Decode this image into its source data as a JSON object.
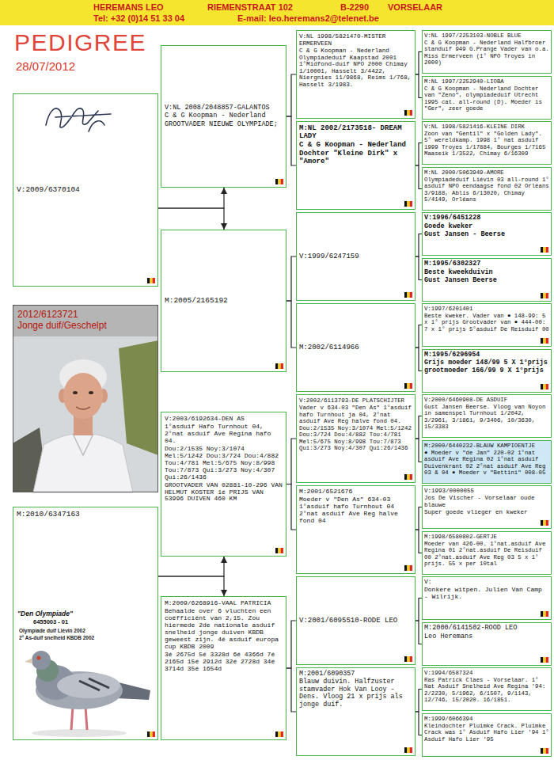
{
  "diagram": {
    "title": "PEDIGREE",
    "nodes": [
      {
        "text": [
          "HEREMANS LEO",
          "RIEMENSTRAAT 102",
          "B-2290",
          "VORSELAAR",
          "Tel: +32 (0)14 51 33 04",
          "E-mail: leo.heremans2@telenet.be"
        ]
      },
      {
        "text": [
          "V:2009/6370104"
        ]
      },
      {
        "text": [
          "2012/6123721",
          "Jonge duif/Geschelpt"
        ]
      },
      {
        "text": [
          "M:2010/6347163"
        ]
      },
      {
        "text": [
          "V:NL 2008/2048857-GALANTOS",
          "C & G Koopman - Nederland",
          "GROOTVADER NIEUWE OLYMPIADE;"
        ]
      },
      {
        "text": [
          "M:2005/2165192"
        ]
      },
      {
        "text": [
          "V:2003/6192634-DEN AS",
          "1°asduif Hafo Turnhout 04, 2°nat asduif Ave Regina hafo 04.",
          "Dou:2/1535 Noy:3/1074 Mel:5/1242 Dou:3/724 Dou:4/882 Tou:4/781 Mel:5/675 Noy:8/998 Tou:7/873 Qui:3/273 Noy:4/307 Qui:26/1436",
          "GROOTVADER VAN 02881-10-296 VAN HELMUT KOSTER 1é PRIJS VAN 53996 DUIVEN 460 KM"
        ]
      },
      {
        "text": [
          "M:2009/6268916-VAAL PATRICIA",
          "Behaalde over 6 vluchten een coëfficiënt van 2,15. Zou hiermede 2de nationale asduif snelheid jonge duiven KBDB geweest zijn. 4é asduif europa cup KBDB 2009",
          "3é 2675d 5é 3328d 6é 4366d 7é 2165d 15é 2912d 32é 2728d 34é 3714d 35é 1654d"
        ]
      },
      {
        "text": [
          "V:NL 1998/5821470-MISTER ERMERVEEN",
          "C & G Koopman - Nederland Olympiadeduif Kaapstad 2001 1°Midfond-duif NPO 2000 Chimay 1/10001, Hasselt 3/4422, Niergnies 11/9868, Reims 1/768, Hasselt 3/1983."
        ]
      },
      {
        "text": [
          "M:NL 2002/2173518- DREAM LADY",
          "C & G Koopman - Nederland",
          "Dochter \"Kleine Dirk\" x \"Amore\""
        ]
      },
      {
        "text": [
          "V:1999/6247159"
        ]
      },
      {
        "text": [
          "M:2002/6114966"
        ]
      },
      {
        "text": [
          "V:2002/6113793-DE PLATSCHIJTER",
          "Vader v 634-03 \"Den As\" 1°asduif hafo Turnhout ja 04, 2°nat asduif Ave Reg halve fond 04.",
          "Dou:2/1535 Noy:3/1074 Mel:5/1242 Dou:3/724 Dou:4/882 Tou:4/781 Mel:5/675 Noy:8/998 Tou:7/873 Qui:3/273 Noy:4/307 Qui:26/1436"
        ]
      },
      {
        "text": [
          "M:2001/6521676",
          "Moeder v \"Den As\" 634-03 1°asduif hafo Turnhout 04 2°nat asduif Ave Reg halve fond 04"
        ]
      },
      {
        "text": [
          "V:2001/6095510-RODE LEO"
        ]
      },
      {
        "text": [
          "M:2001/6090357",
          "Blauw duivin. Halfzuster stamvader Hok Van Looy - Dens. Vloog 21 x prijs als jonge duif."
        ]
      },
      {
        "text": [
          "V:NL 1997/2253103-NOBLE BLUE",
          "C & G Koopman - Nederland Halfbroer standuif 949 G.Prange Vader van o.a. Miss Ermerveen (1° NPO Troyes in 2000)"
        ]
      },
      {
        "text": [
          "M:NL 1997/2252940-LIOBA",
          "C & G Koopman - Nederland Dochter van \"Zeno\", olympiadeduif Utrecht 1995 cat. all-round (D). Moeder is \"Ger\", zeer goede"
        ]
      },
      {
        "text": [
          "V:NL 1998/5821416-KLEINE DIRK",
          "Zoon van \"Gentil\" x \"Golden Lady\". 5° wereldkamp. 1998 1° nat asduif 1999 Troyes 1/17884, Bourges 1/7165 Maaseik 1/3522, Chimay 6/16309"
        ]
      },
      {
        "text": [
          "M:NL 2000/5063949-AMORE",
          "Olympiadeduif Liévin 03 all-round 1° asduif NPO eendaagse fond 02 Orléans 3/9188, Ablis 6/13020, Chimay 5/4149, Orléans"
        ]
      },
      {
        "text": [
          "V:1996/6451228",
          "Goede kweker",
          "Gust Jansen - Beerse"
        ]
      },
      {
        "text": [
          "M:1995/6302327",
          "Beste kweekduivin",
          "Gust Jansen Beerse"
        ]
      },
      {
        "text": [
          "V:1997/6201401",
          "Beste kweker. Vader van ● 148-99: 5 x 1° prijs Grootvader van ● 444-00: 7 x 1° prijs 5°asduif De Reisduif 00"
        ]
      },
      {
        "text": [
          "M:1995/6296954",
          "Grijs moeder 148/99 5 X 1°prijs grootmoeder 166/99 9 X 1°prijs"
        ]
      },
      {
        "text": [
          "V:2000/6460908-DE ASDUIF",
          "Gust Jansen Beerse. Vloog van Noyon in samenspel Turnhout 1/2042, 3/2961, 3/1861, 9/3406, 10/3630, 15/3383"
        ]
      },
      {
        "text": [
          "M:2000/6440232-BLAUW KAMPIOENTJE",
          "● Moeder v \"de Jan\" 220-02 1°nat asduif Ave Regina 02 1°nat asduif Duivenkrant 02 2°nat asduif Ave Reg 03 & 04 ● Moeder v \"Bettini\" 008-05"
        ]
      },
      {
        "text": [
          "V:1993/0000055",
          "Jos De Vischer - Vorselaar oude blauwe",
          "Super goede vlieger en kweker"
        ]
      },
      {
        "text": [
          "M:1998/6580802-GERTJE",
          "Moeder van 426-00. 1°nat.asduif Ave Regina 01 2°nat.asduif De Reisduif 00 2°nat.asduif Ave Reg 03 5 x 1° prijs. 55 x per 10tal"
        ]
      },
      {
        "text": [
          "V:",
          "Donkere witpen. Julien Van Camp - Wilrijk."
        ]
      },
      {
        "text": [
          "M:2000/6141502-ROOD LEO",
          "Leo Heremans"
        ]
      },
      {
        "text": [
          "V:1994/6587324",
          "Ras Patrick Claes - Vorselaar. 1° Nat Asduif Snelheid Ave Regina '94: 2/2230, 5/1962, 6/1507, 9/1143, 12/746, 15/2020. 16/1851."
        ]
      },
      {
        "text": [
          "M:1999/6066394",
          "Kleindochter Pluimke Crack. Pluimke Crack was 1° Asduif Hafo Lier '94 1° Asduif Hafo Lier '95"
        ]
      }
    ],
    "edges": [
      {
        "from": 1,
        "to": 4,
        "arrow": "to"
      },
      {
        "from": 1,
        "to": 5,
        "arrow": "to"
      },
      {
        "from": 3,
        "to": 6,
        "arrow": "to"
      },
      {
        "from": 3,
        "to": 7,
        "arrow": "to"
      },
      {
        "from": 4,
        "to": 8,
        "arrow": "none"
      },
      {
        "from": 4,
        "to": 9,
        "arrow": "none"
      },
      {
        "from": 5,
        "to": 10,
        "arrow": "none"
      },
      {
        "from": 5,
        "to": 11,
        "arrow": "none"
      },
      {
        "from": 6,
        "to": 12,
        "arrow": "none"
      },
      {
        "from": 6,
        "to": 13,
        "arrow": "none"
      },
      {
        "from": 7,
        "to": 14,
        "arrow": "none"
      },
      {
        "from": 7,
        "to": 15,
        "arrow": "none"
      },
      {
        "from": 8,
        "to": 16,
        "arrow": "none"
      },
      {
        "from": 8,
        "to": 17,
        "arrow": "none"
      },
      {
        "from": 9,
        "to": 18,
        "arrow": "none"
      },
      {
        "from": 9,
        "to": 19,
        "arrow": "none"
      },
      {
        "from": 10,
        "to": 20,
        "arrow": "none"
      },
      {
        "from": 10,
        "to": 21,
        "arrow": "none"
      },
      {
        "from": 11,
        "to": 22,
        "arrow": "none"
      },
      {
        "from": 11,
        "to": 23,
        "arrow": "none"
      },
      {
        "from": 12,
        "to": 24,
        "arrow": "none"
      },
      {
        "from": 12,
        "to": 25,
        "arrow": "none"
      },
      {
        "from": 13,
        "to": 26,
        "arrow": "none"
      },
      {
        "from": 13,
        "to": 27,
        "arrow": "none"
      },
      {
        "from": 14,
        "to": 28,
        "arrow": "none"
      },
      {
        "from": 14,
        "to": 29,
        "arrow": "none"
      },
      {
        "from": 15,
        "to": 30,
        "arrow": "none"
      },
      {
        "from": 15,
        "to": 31,
        "arrow": "none"
      }
    ],
    "labels": [
      "28/07/2012",
      "\"Den Olympiade\"",
      "6455003 - 01",
      "Olympiade duif Liévin 2002",
      "2° As-duif snelheid KBDB 2002"
    ]
  }
}
